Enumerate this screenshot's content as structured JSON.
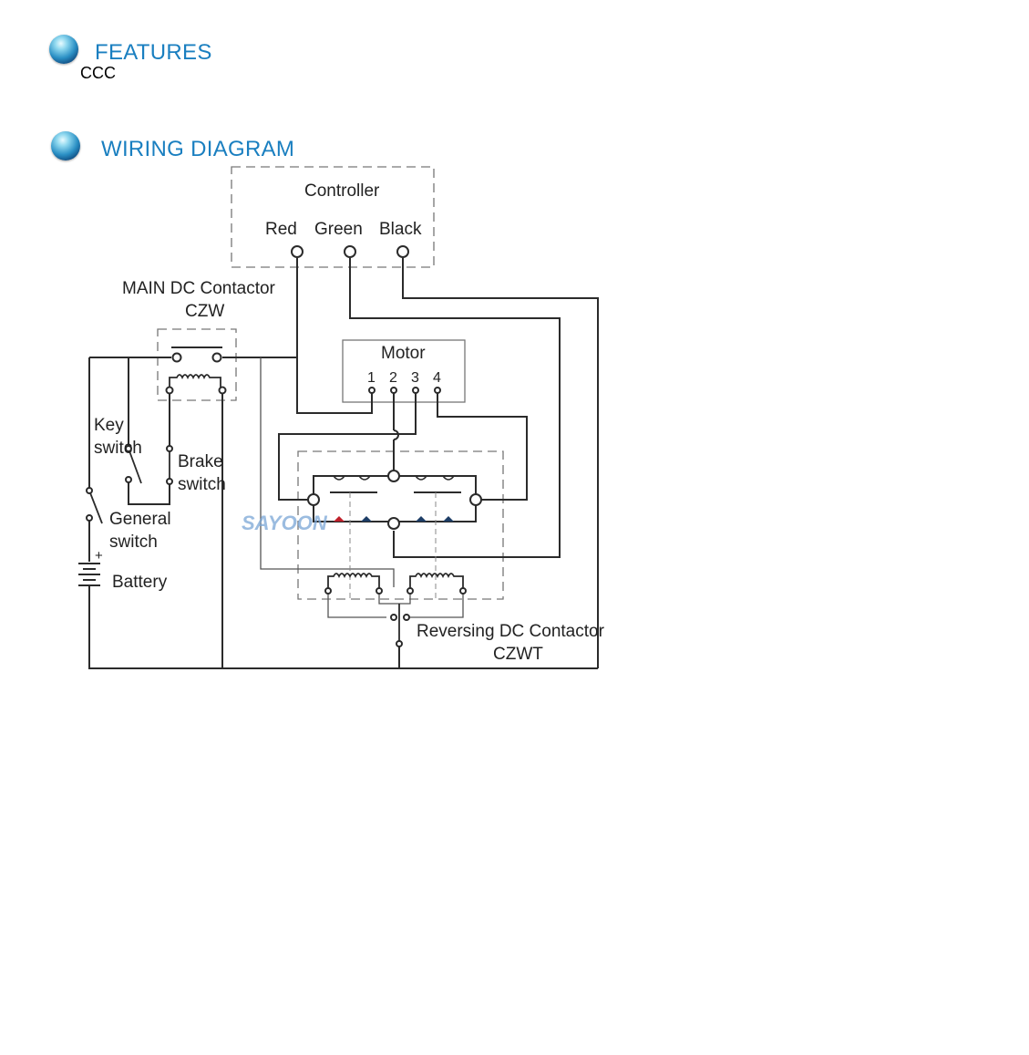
{
  "colors": {
    "heading": "#1a7fc0",
    "line": "#2b2b2b",
    "dash": "#777777",
    "watermark": "#7aa6d6"
  },
  "features": {
    "title": "FEATURES",
    "text": "CCC"
  },
  "wiring": {
    "title": "WIRING DIAGRAM"
  },
  "diagram": {
    "controller": {
      "title": "Controller",
      "red": "Red",
      "green": "Green",
      "black": "Black"
    },
    "main_contactor": {
      "line1": "MAIN DC Contactor",
      "line2": "CZW"
    },
    "motor": {
      "title": "Motor",
      "t1": "1",
      "t2": "2",
      "t3": "3",
      "t4": "4"
    },
    "key_switch": {
      "line1": "Key",
      "line2": "switch"
    },
    "brake_switch": {
      "line1": "Brake",
      "line2": "switch"
    },
    "general_switch": {
      "line1": "General",
      "line2": "switch"
    },
    "battery": {
      "label": "Battery",
      "plus": "+"
    },
    "reversing": {
      "line1": "Reversing DC Contactor",
      "line2": "CZWT"
    },
    "watermark": "SAYOON"
  }
}
